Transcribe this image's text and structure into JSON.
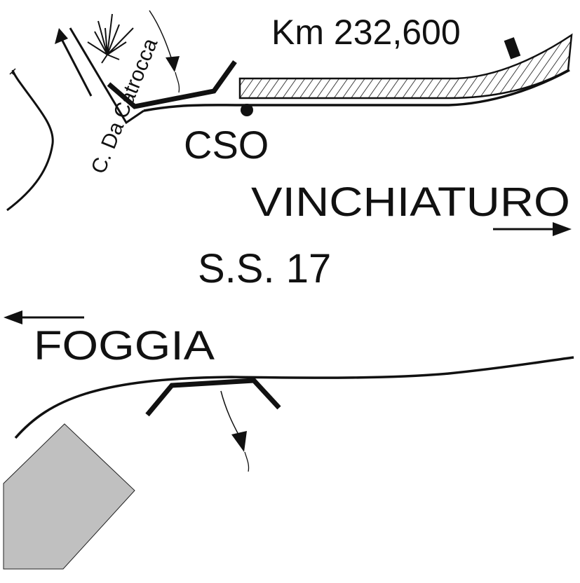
{
  "labels": {
    "km": "Km 232,600",
    "cso": "CSO",
    "vinchiaturo": "VINCHIATURO",
    "ss17": "S.S. 17",
    "foggia": "FOGGIA",
    "contrada": "C. Da Catrocca"
  },
  "colors": {
    "line": "#111111",
    "building": "#c0c0c0",
    "background": "#ffffff"
  },
  "icons": {
    "cso-point": "filled-circle",
    "plant": "agave-plant",
    "km-marker": "milestone-post"
  }
}
